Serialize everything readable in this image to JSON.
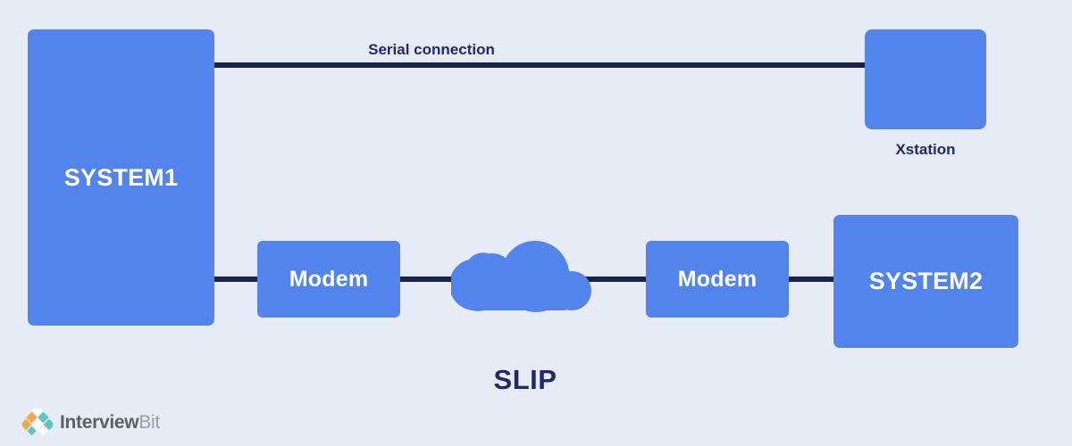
{
  "diagram": {
    "title_label": "SLIP",
    "background_color": "#e7ebf5",
    "node_color": "#5384ec",
    "line_color": "#16234a",
    "label_color": "#1f2a66",
    "nodes": {
      "system1": "SYSTEM1",
      "system2": "SYSTEM2",
      "modem1": "Modem",
      "modem2": "Modem",
      "xstation_label": "Xstation",
      "cloud_name": "network-cloud"
    },
    "connections": {
      "serial_label": "Serial connection"
    }
  },
  "footer": {
    "logo": {
      "mark_name": "interviewbit-diamond-logo-icon",
      "word_primary": "Interview",
      "word_secondary": "Bit",
      "mark_color_orange": "#f0a84a",
      "mark_color_teal": "#5cc4c4",
      "mark_color_white": "#ffffff"
    }
  }
}
